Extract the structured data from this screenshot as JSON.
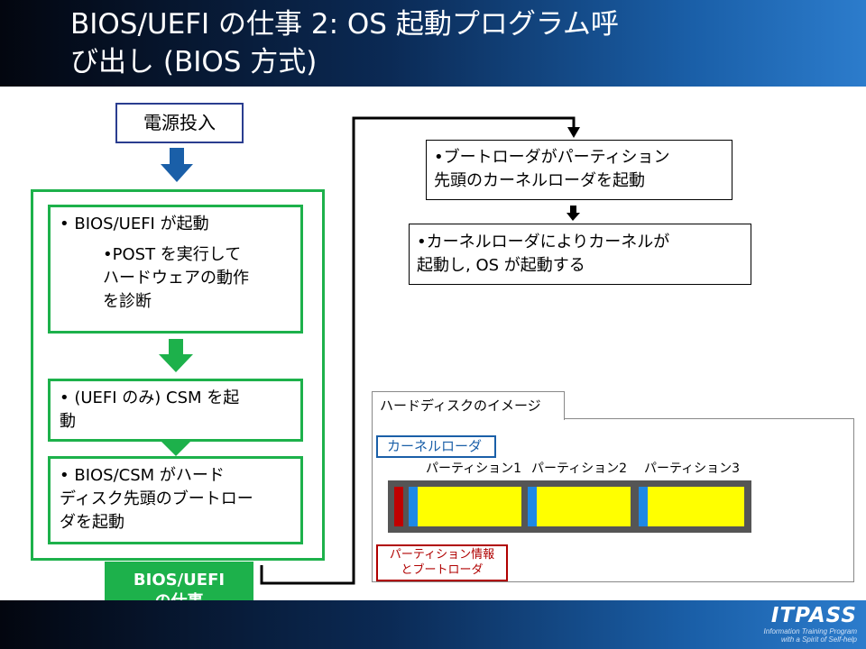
{
  "slide": {
    "title_line1": "BIOS/UEFI の仕事 2: OS 起動プログラム呼",
    "title_line2": "び出し (BIOS 方式)"
  },
  "flow": {
    "power_on": "電源投入",
    "step1_main": "• BIOS/UEFI が起動",
    "step1_sub_lines": [
      "•POST を実行して",
      "ハードウェアの動作",
      "を診断"
    ],
    "step2_lines": [
      "• (UEFI のみ) CSM を起",
      "動"
    ],
    "step3_lines": [
      "• BIOS/CSM がハード",
      "ディスク先頭のブートロー",
      "ダを起動"
    ],
    "group_label_lines": [
      "BIOS/UEFI",
      "の仕事"
    ]
  },
  "boot": {
    "step_a_lines": [
      "•ブートローダがパーティション",
      "先頭のカーネルローダを起動"
    ],
    "step_b_lines": [
      "•カーネルローダによりカーネルが",
      "起動し, OS が起動する"
    ]
  },
  "disk": {
    "tab_label": "ハードディスクのイメージ",
    "kernel_loader_callout": "カーネルローダ",
    "partition_info_callout_lines": [
      "パーティション情報",
      "とブートローダ"
    ],
    "partitions": [
      "パーティション1",
      "パーティション2",
      "パーティション3"
    ]
  },
  "colors": {
    "green": "#1db14b",
    "blue_arrow": "#1a5fa8",
    "partition_fill": "#ffff00",
    "partition_header": "#1e88e5",
    "mbr": "#c00000",
    "disk_bar": "#555555"
  },
  "footer": {
    "logo": "ITPASS",
    "logo_sub_lines": [
      "Information Training Program",
      "with a Spirit of Self-help"
    ]
  }
}
